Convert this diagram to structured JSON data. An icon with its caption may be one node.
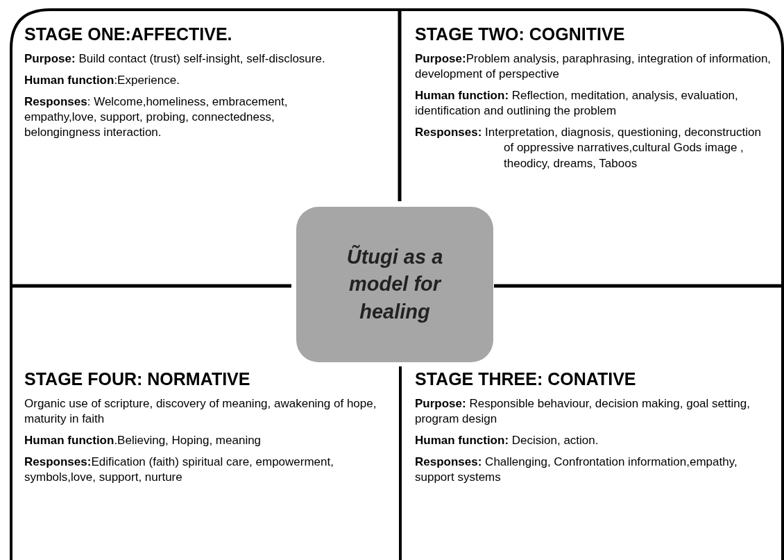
{
  "diagram": {
    "nodes": [
      {
        "text": [
          "STAGE ONE:AFFECTIVE.",
          "**Purpose:** Build contact (trust) self-insight, self-disclosure.",
          "**Human function**:Experience.",
          "**Responses**: Welcome,homeliness, embracement, empathy,love, support, probing, connectedness, belongingness interaction."
        ]
      },
      {
        "text": [
          "STAGE TWO: COGNITIVE",
          "**Purpose:**Problem analysis, paraphrasing, integration of information, development of perspective",
          "**Human function:** Reflection, meditation, analysis, evaluation, identification and outlining the problem",
          "**Responses:** Interpretation, diagnosis, questioning, deconstruction of oppressive narratives,cultural Gods image , theodicy, dreams, Taboos"
        ]
      },
      {
        "text": [
          "Ũtugi as a model for healing"
        ]
      },
      {
        "text": [
          "STAGE FOUR: NORMATIVE",
          "Organic use of scripture, discovery of meaning, awakening of hope, maturity in faith",
          "**Human function**.Believing, Hoping, meaning",
          "**Responses:**Edification (faith) spiritual care, empowerment, symbols,love, support, nurture"
        ]
      },
      {
        "text": [
          "STAGE THREE: CONATIVE",
          "**Purpose:** Responsible behaviour, decision making, goal setting, program design",
          "**Human function:** Decision, action.",
          "**Responses:** Challenging, Confrontation information,empathy, support systems"
        ]
      }
    ]
  }
}
